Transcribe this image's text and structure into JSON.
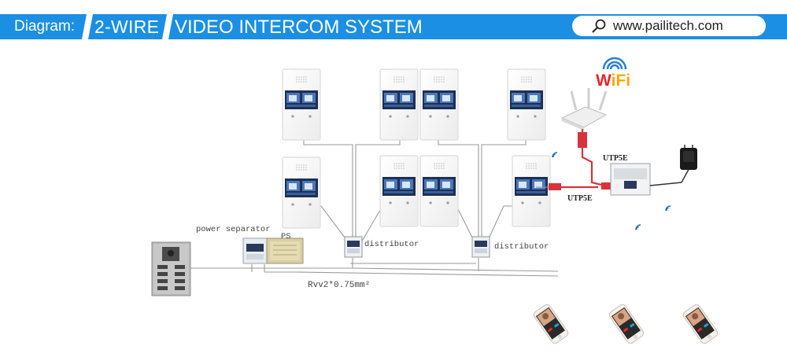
{
  "banner": {
    "label": "Diagram:",
    "system_type": "2-WIRE",
    "title": "VIDEO INTERCOM SYSTEM",
    "website": "www.pailitech.com",
    "search_icon": "search-icon",
    "colors": {
      "primary": "#1a8fe3",
      "accent": "#0b6fc2"
    }
  },
  "labels": {
    "power_separator": "power separator",
    "power_supply": "PS",
    "distributor_left": "distributor",
    "distributor_right": "distributor",
    "cable": "Rvv2*0.75mm²",
    "utp_top": "UTP5E",
    "utp_bottom": "UTP5E",
    "wifi_w": "W",
    "wifi_rest": "iFi"
  },
  "icons": {
    "wifi": "wifi-icon",
    "router": "router-icon",
    "adapter": "power-adapter-icon",
    "door_station": "door-station-icon",
    "monitor": "indoor-monitor-icon",
    "phone": "smartphone-icon"
  }
}
